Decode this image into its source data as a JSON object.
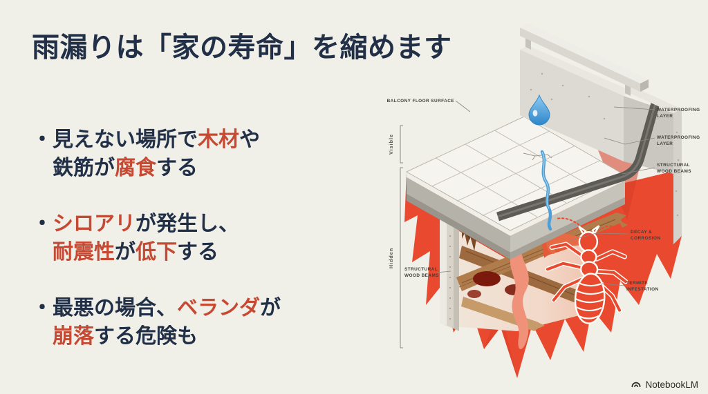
{
  "theme": {
    "background": "#f0efe8",
    "navy": "#212f47",
    "red": "#c64a33",
    "diagram_red": "#e8492f"
  },
  "title": "雨漏りは「家の寿命」を縮めます",
  "bullet_marker": "・",
  "bullets": [
    {
      "lines": [
        {
          "segments": [
            {
              "text": "見えない場所で",
              "style": "navy"
            },
            {
              "text": "木材",
              "style": "red"
            },
            {
              "text": "や",
              "style": "navy"
            }
          ]
        },
        {
          "segments": [
            {
              "text": "鉄筋が",
              "style": "navy"
            },
            {
              "text": "腐食",
              "style": "red"
            },
            {
              "text": "する",
              "style": "navy"
            }
          ]
        }
      ]
    },
    {
      "lines": [
        {
          "segments": [
            {
              "text": "シロアリ",
              "style": "red"
            },
            {
              "text": "が発生し、",
              "style": "navy"
            }
          ]
        },
        {
          "segments": [
            {
              "text": "耐震性",
              "style": "red"
            },
            {
              "text": "が",
              "style": "navy"
            },
            {
              "text": "低下",
              "style": "red"
            },
            {
              "text": "する",
              "style": "navy"
            }
          ]
        }
      ]
    },
    {
      "lines": [
        {
          "segments": [
            {
              "text": "最悪の場合、",
              "style": "navy"
            },
            {
              "text": "ベランダ",
              "style": "red"
            },
            {
              "text": "が",
              "style": "navy"
            }
          ]
        },
        {
          "segments": [
            {
              "text": "崩落",
              "style": "red"
            },
            {
              "text": "する危険も",
              "style": "navy"
            }
          ]
        }
      ]
    }
  ],
  "diagram": {
    "visible_label": "Visible",
    "hidden_label": "Hidden",
    "balcony_floor_surface": "BALCONY FLOOR SURFACE",
    "waterproofing_1_line1": "WATERPROOFING",
    "waterproofing_1_line2": "LAYER",
    "waterproofing_2_line1": "WATERPROOFING",
    "waterproofing_2_line2": "LAYER",
    "structural_beams_right_line1": "STRUCTURAL",
    "structural_beams_right_line2": "WOOD BEAMS",
    "decay_line1": "DECAY &",
    "decay_line2": "CORROSION",
    "termite_line1": "TERMITE",
    "termite_line2": "INFESTATION",
    "structural_beams_left_line1": "STRUCTURAL",
    "structural_beams_left_line2": "WOOD BEAMS"
  },
  "footer": {
    "brand": "NotebookLM"
  }
}
